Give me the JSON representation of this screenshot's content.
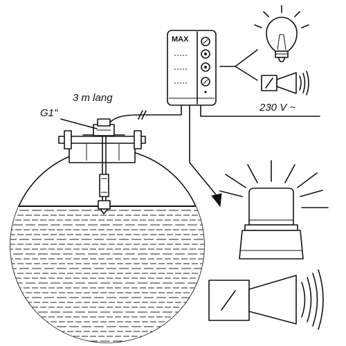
{
  "labels": {
    "cable_length": "3 m lang",
    "thread": "G1\"",
    "voltage": "230 V ~",
    "controller": "MAX"
  },
  "colors": {
    "ink": "#111111",
    "background": "#ffffff"
  },
  "icons": {
    "lamp": "light-bulb-icon",
    "small_horn": "small-horn-icon",
    "beacon": "flashing-beacon-icon",
    "large_horn": "large-horn-icon"
  }
}
